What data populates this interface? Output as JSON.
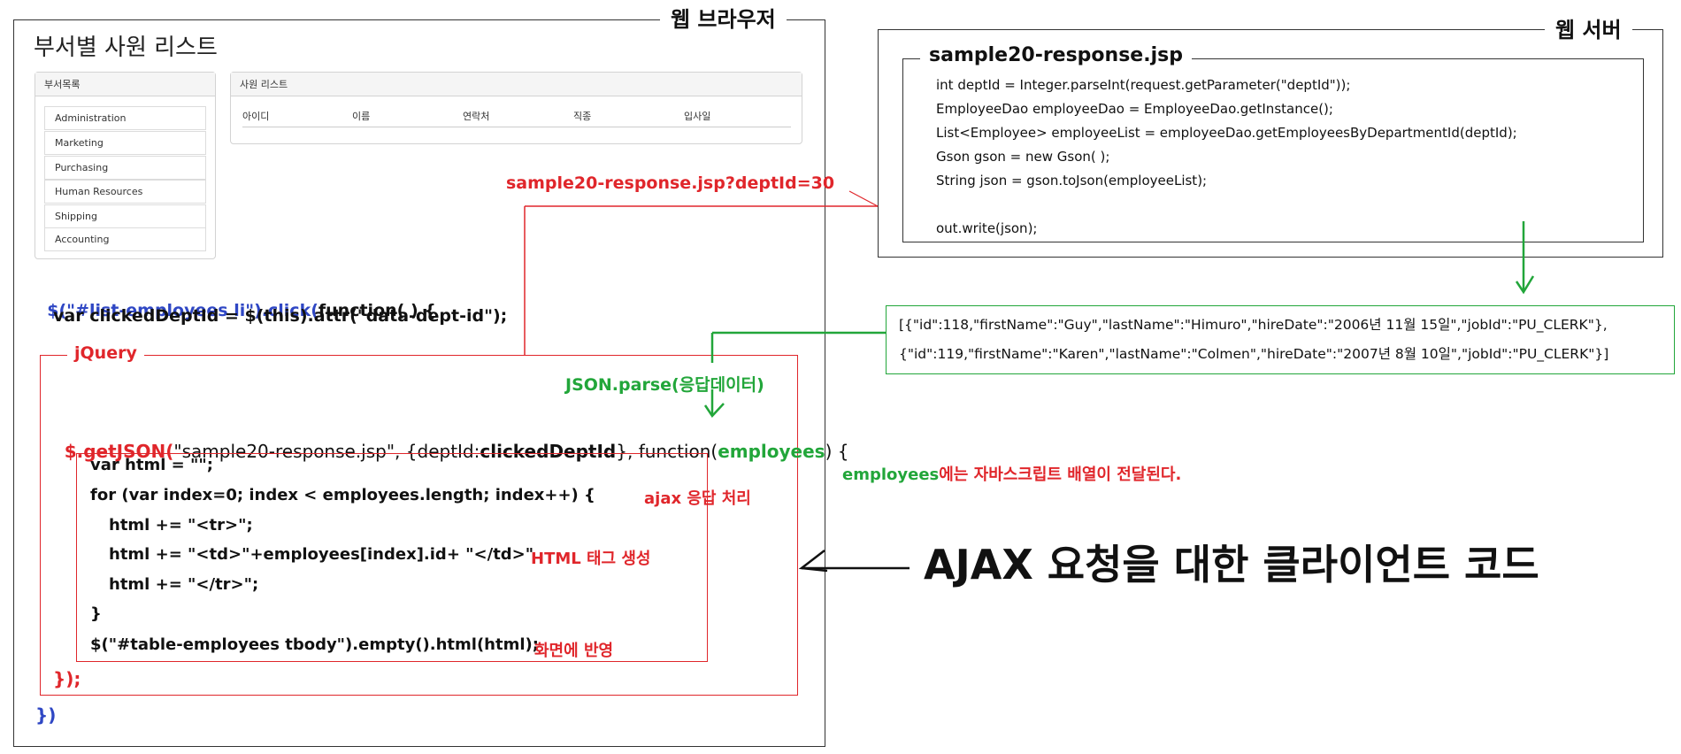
{
  "browser": {
    "frame_title": "웹 브라우저",
    "page_title": "부서별 사원 리스트",
    "dept_panel_title": "부서목록",
    "departments": [
      "Administration",
      "Marketing",
      "Purchasing",
      "Human Resources",
      "Shipping",
      "Accounting"
    ],
    "emp_panel_title": "사원 리스트",
    "emp_columns": [
      "아이디",
      "이름",
      "연락처",
      "직종",
      "입사일"
    ]
  },
  "server": {
    "frame_title": "웹 서버",
    "file_title": "sample20-response.jsp",
    "code_lines": [
      "int deptId = Integer.parseInt(request.getParameter(\"deptId\"));",
      "EmployeeDao employeeDao = EmployeeDao.getInstance();",
      "List<Employee> employeeList = employeeDao.getEmployeesByDepartmentId(deptId);",
      "Gson gson = new Gson( );",
      "String json = gson.toJson(employeeList);",
      "",
      "out.write(json);"
    ]
  },
  "json_response": {
    "lines": [
      "[{\"id\":118,\"firstName\":\"Guy\",\"lastName\":\"Himuro\",\"hireDate\":\"2006년 11월 15일\",\"jobId\":\"PU_CLERK\"},",
      "{\"id\":119,\"firstName\":\"Karen\",\"lastName\":\"Colmen\",\"hireDate\":\"2007년 8월 10일\",\"jobId\":\"PU_CLERK\"}]"
    ]
  },
  "request_url": "sample20-response.jsp?deptId=30",
  "client": {
    "click_handler": {
      "selector_part": "$(\"#list-employees li\").click(",
      "function_part": "function( ) {",
      "line2": "var clickedDeptId = $(this).attr(\"data-dept-id\");",
      "close": "})"
    },
    "jquery_label": "jQuery",
    "json_parse_label": "JSON.parse(응답데이터)",
    "getjson": {
      "prefix": "$.getJSON(",
      "url_arg": "\"sample20-response.jsp\", {deptId:",
      "param": "clickedDeptId",
      "mid": "}, function(",
      "callback_param": "employees",
      "suffix": ") {",
      "close": "});"
    },
    "callback_lines": [
      "var html = \"\";",
      "for (var index=0; index < employees.length; index++) {",
      "html += \"<tr>\";",
      "html += \"<td>\"+employees[index].id+ \"</td>\"",
      "html += \"</tr>\";",
      "}",
      "$(\"#table-employees tbody\").empty().html(html);"
    ],
    "annotations": {
      "ajax": "ajax 응답 처리",
      "html_tag": "HTML 태그 생성",
      "render": "화면에 반영"
    }
  },
  "employees_note": {
    "word": "employees",
    "rest": "에는 자바스크립트 배열이 전달된다."
  },
  "big_caption": "AJAX 요청을 대한 클라이언트 코드",
  "colors": {
    "red": "#e0262b",
    "green": "#22a63a",
    "blue": "#2f47c4",
    "black": "#111111"
  }
}
